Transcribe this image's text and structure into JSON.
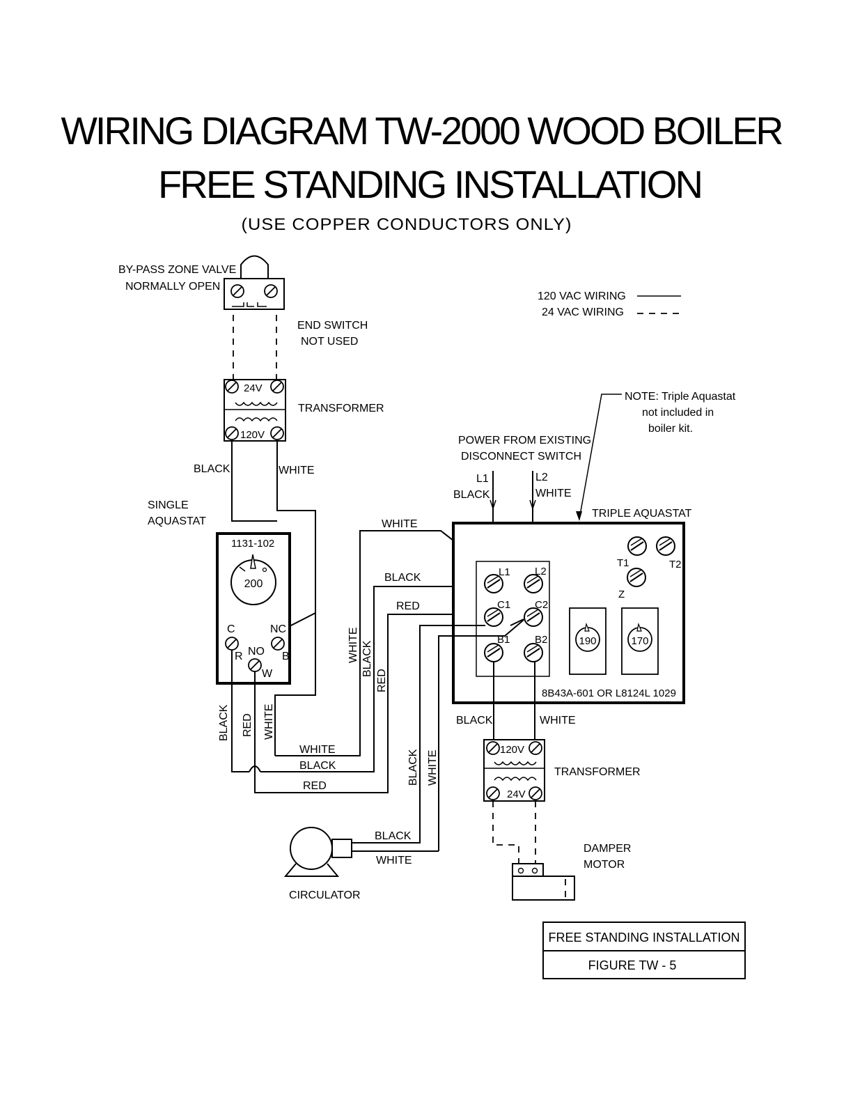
{
  "title": {
    "line1": "WIRING DIAGRAM TW-2000 WOOD BOILER",
    "line2": "FREE STANDING INSTALLATION",
    "note": "(USE COPPER CONDUCTORS ONLY)"
  },
  "legend": {
    "line120": "120 VAC WIRING",
    "line24": "24 VAC WIRING"
  },
  "zone_valve": {
    "line1": "BY-PASS ZONE VALVE",
    "line2": "NORMALLY OPEN",
    "end_switch1": "END SWITCH",
    "end_switch2": "NOT USED"
  },
  "transformer_left": {
    "label": "TRANSFORMER",
    "v24": "24V",
    "v120": "120V",
    "black": "BLACK",
    "white": "WHITE"
  },
  "single_aquastat": {
    "line1": "SINGLE",
    "line2": "AQUASTAT",
    "model": "1131-102",
    "setting": "200",
    "t_c": "C",
    "t_nc": "NC",
    "t_r": "R",
    "t_no": "NO",
    "t_b": "B",
    "t_w": "W"
  },
  "triple_aquastat": {
    "note1": "NOTE: Triple Aquastat",
    "note2": "not included in",
    "note3": "boiler kit.",
    "label": "TRIPLE AQUASTAT",
    "model": "8B43A-601 OR L8124L 1029",
    "l1": "L1",
    "l2": "L2",
    "c1": "C1",
    "c2": "C2",
    "b1": "B1",
    "b2": "B2",
    "t1": "T1",
    "t2": "T2",
    "z": "Z",
    "dial1": "190",
    "dial2": "170"
  },
  "power": {
    "line1": "POWER FROM EXISTING",
    "line2": "DISCONNECT SWITCH",
    "l1": "L1",
    "l2": "L2",
    "black": "BLACK",
    "white": "WHITE"
  },
  "wires": {
    "white": "WHITE",
    "black": "BLACK",
    "red": "RED"
  },
  "transformer_right": {
    "label": "TRANSFORMER",
    "v120": "120V",
    "v24": "24V",
    "black": "BLACK",
    "white": "WHITE"
  },
  "damper": {
    "line1": "DAMPER",
    "line2": "MOTOR"
  },
  "circulator": {
    "label": "CIRCULATOR",
    "black": "BLACK",
    "white": "WHITE"
  },
  "figure_box": {
    "line1": "FREE STANDING INSTALLATION",
    "line2": "FIGURE TW - 5"
  }
}
